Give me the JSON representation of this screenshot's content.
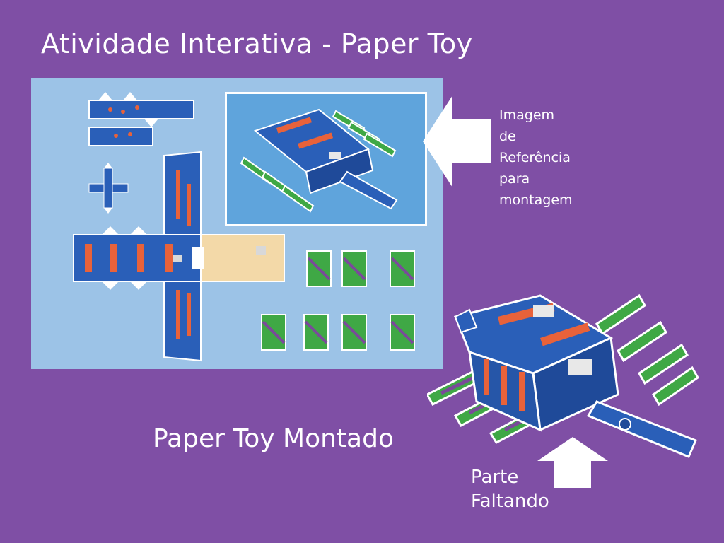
{
  "title": "Atividade Interativa - Paper Toy",
  "reference_label": {
    "lines": [
      "Imagem",
      "de",
      "Referência",
      "para",
      "montagem"
    ]
  },
  "assembled_label": "Paper Toy Montado",
  "missing_label": {
    "lines": [
      "Parte",
      "Faltando"
    ]
  },
  "colors": {
    "background": "#7f4fa5",
    "sheet": "#9cc3e7",
    "reference_panel": "#5fa4dc",
    "toy_blue": "#2a5fb8",
    "toy_orange": "#e8623a",
    "leg_green": "#3fa845",
    "leg_purple": "#7a4a9a",
    "face": "#f3d9a8"
  }
}
